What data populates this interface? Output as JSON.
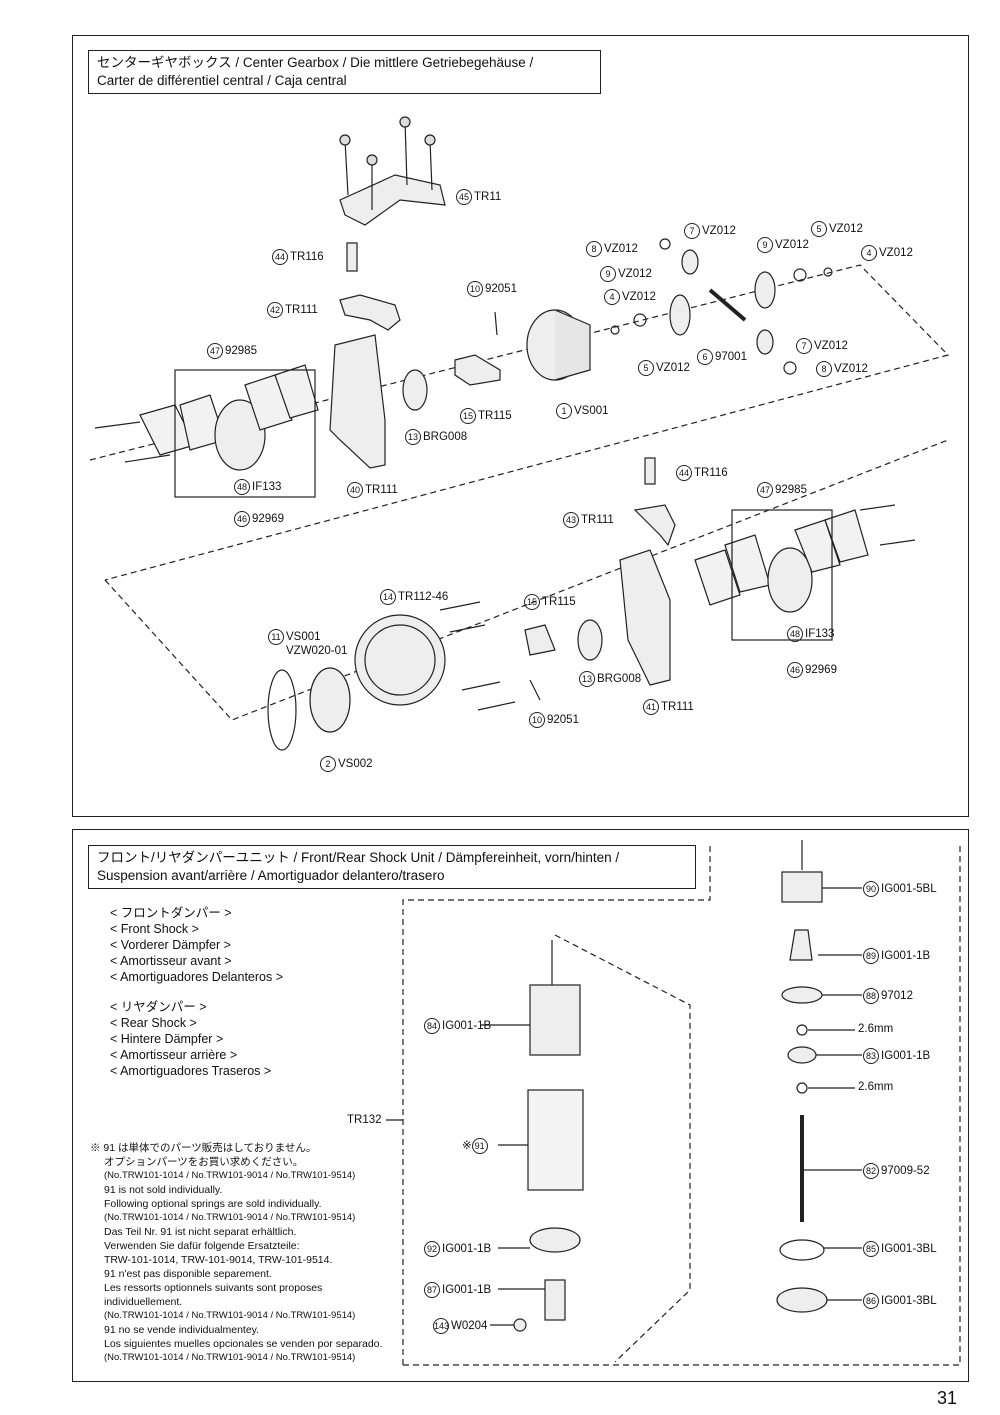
{
  "gearbox": {
    "title_line1": "センターギヤボックス / Center Gearbox / Die mittlere Getriebegehäuse /",
    "title_line2": "Carter de différentiel central / Caja central",
    "labels": [
      {
        "n": "45",
        "t": "TR11"
      },
      {
        "n": "44",
        "t": "TR116"
      },
      {
        "n": "42",
        "t": "TR111"
      },
      {
        "n": "47",
        "t": "92985"
      },
      {
        "n": "40",
        "t": "TR111"
      },
      {
        "n": "48",
        "t": "IF133"
      },
      {
        "n": "46",
        "t": "92969"
      },
      {
        "n": "13",
        "t": "BRG008"
      },
      {
        "n": "15",
        "t": "TR115"
      },
      {
        "n": "10",
        "t": "92051"
      },
      {
        "n": "1",
        "t": "VS001"
      },
      {
        "n": "8",
        "t": "VZ012"
      },
      {
        "n": "7",
        "t": "VZ012"
      },
      {
        "n": "9",
        "t": "VZ012"
      },
      {
        "n": "5",
        "t": "VZ012"
      },
      {
        "n": "4",
        "t": "VZ012"
      },
      {
        "n": "9",
        "t": "VZ012"
      },
      {
        "n": "4",
        "t": "VZ012"
      },
      {
        "n": "6",
        "t": "97001"
      },
      {
        "n": "7",
        "t": "VZ012"
      },
      {
        "n": "5",
        "t": "VZ012"
      },
      {
        "n": "8",
        "t": "VZ012"
      },
      {
        "n": "44",
        "t": "TR116"
      },
      {
        "n": "43",
        "t": "TR111"
      },
      {
        "n": "47",
        "t": "92985"
      },
      {
        "n": "14",
        "t": "TR112-46"
      },
      {
        "n": "15",
        "t": "TR115"
      },
      {
        "n": "11",
        "t": "VS001"
      },
      {
        "n": "",
        "t": "VZW020-01"
      },
      {
        "n": "48",
        "t": "IF133"
      },
      {
        "n": "46",
        "t": "92969"
      },
      {
        "n": "13",
        "t": "BRG008"
      },
      {
        "n": "41",
        "t": "TR111"
      },
      {
        "n": "10",
        "t": "92051"
      },
      {
        "n": "2",
        "t": "VS002"
      }
    ]
  },
  "shock": {
    "title_line1": "フロント/リヤダンパーユニット / Front/Rear Shock Unit / Dämpfereinheit, vorn/hinten /",
    "title_line2": "Suspension avant/arrière / Amortiguador delantero/trasero",
    "front": [
      "< フロントダンパー >",
      "< Front Shock >",
      "< Vorderer Dämpfer >",
      "< Amortisseur avant >",
      "< Amortiguadores Delanteros >"
    ],
    "rear": [
      "< リヤダンパー >",
      "< Rear Shock >",
      "< Hintere Dämpfer >",
      "< Amortisseur arrière >",
      "< Amortiguadores Traseros >"
    ],
    "tr132": "TR132",
    "labels": [
      {
        "n": "84",
        "t": "IG001-1B"
      },
      {
        "n": "91",
        "t": "※"
      },
      {
        "n": "92",
        "t": "IG001-1B"
      },
      {
        "n": "87",
        "t": "IG001-1B"
      },
      {
        "n": "143",
        "t": "W0204"
      },
      {
        "n": "90",
        "t": "IG001-5BL"
      },
      {
        "n": "89",
        "t": "IG001-1B"
      },
      {
        "n": "88",
        "t": "97012"
      },
      {
        "n": "",
        "t": "2.6mm"
      },
      {
        "n": "83",
        "t": "IG001-1B"
      },
      {
        "n": "",
        "t": "2.6mm"
      },
      {
        "n": "82",
        "t": "97009-52"
      },
      {
        "n": "85",
        "t": "IG001-3BL"
      },
      {
        "n": "86",
        "t": "IG001-3BL"
      }
    ],
    "notes": [
      "※ 91 は単体でのパーツ販売はしておりません。",
      "オプションパーツをお買い求めください。",
      "(No.TRW101-1014 / No.TRW101-9014 / No.TRW101-9514)",
      "91 is not sold individually.",
      "Following optional springs are sold individually.",
      "(No.TRW101-1014 / No.TRW101-9014 / No.TRW101-9514)",
      "Das Teil Nr. 91 ist nicht separat erhältlich.",
      "Verwenden Sie dafür folgende Ersatzteile:",
      "TRW-101-1014, TRW-101-9014, TRW-101-9514.",
      "91 n'est pas disponible separement.",
      "Les ressorts optionnels suivants sont proposes",
      "individuellement.",
      "(No.TRW101-1014 / No.TRW101-9014 / No.TRW101-9514)",
      "91 no se vende individualmentey.",
      "Los siguientes muelles opcionales se venden por separado.",
      "(No.TRW101-1014 / No.TRW101-9014 / No.TRW101-9514)"
    ]
  },
  "page_number": "31"
}
